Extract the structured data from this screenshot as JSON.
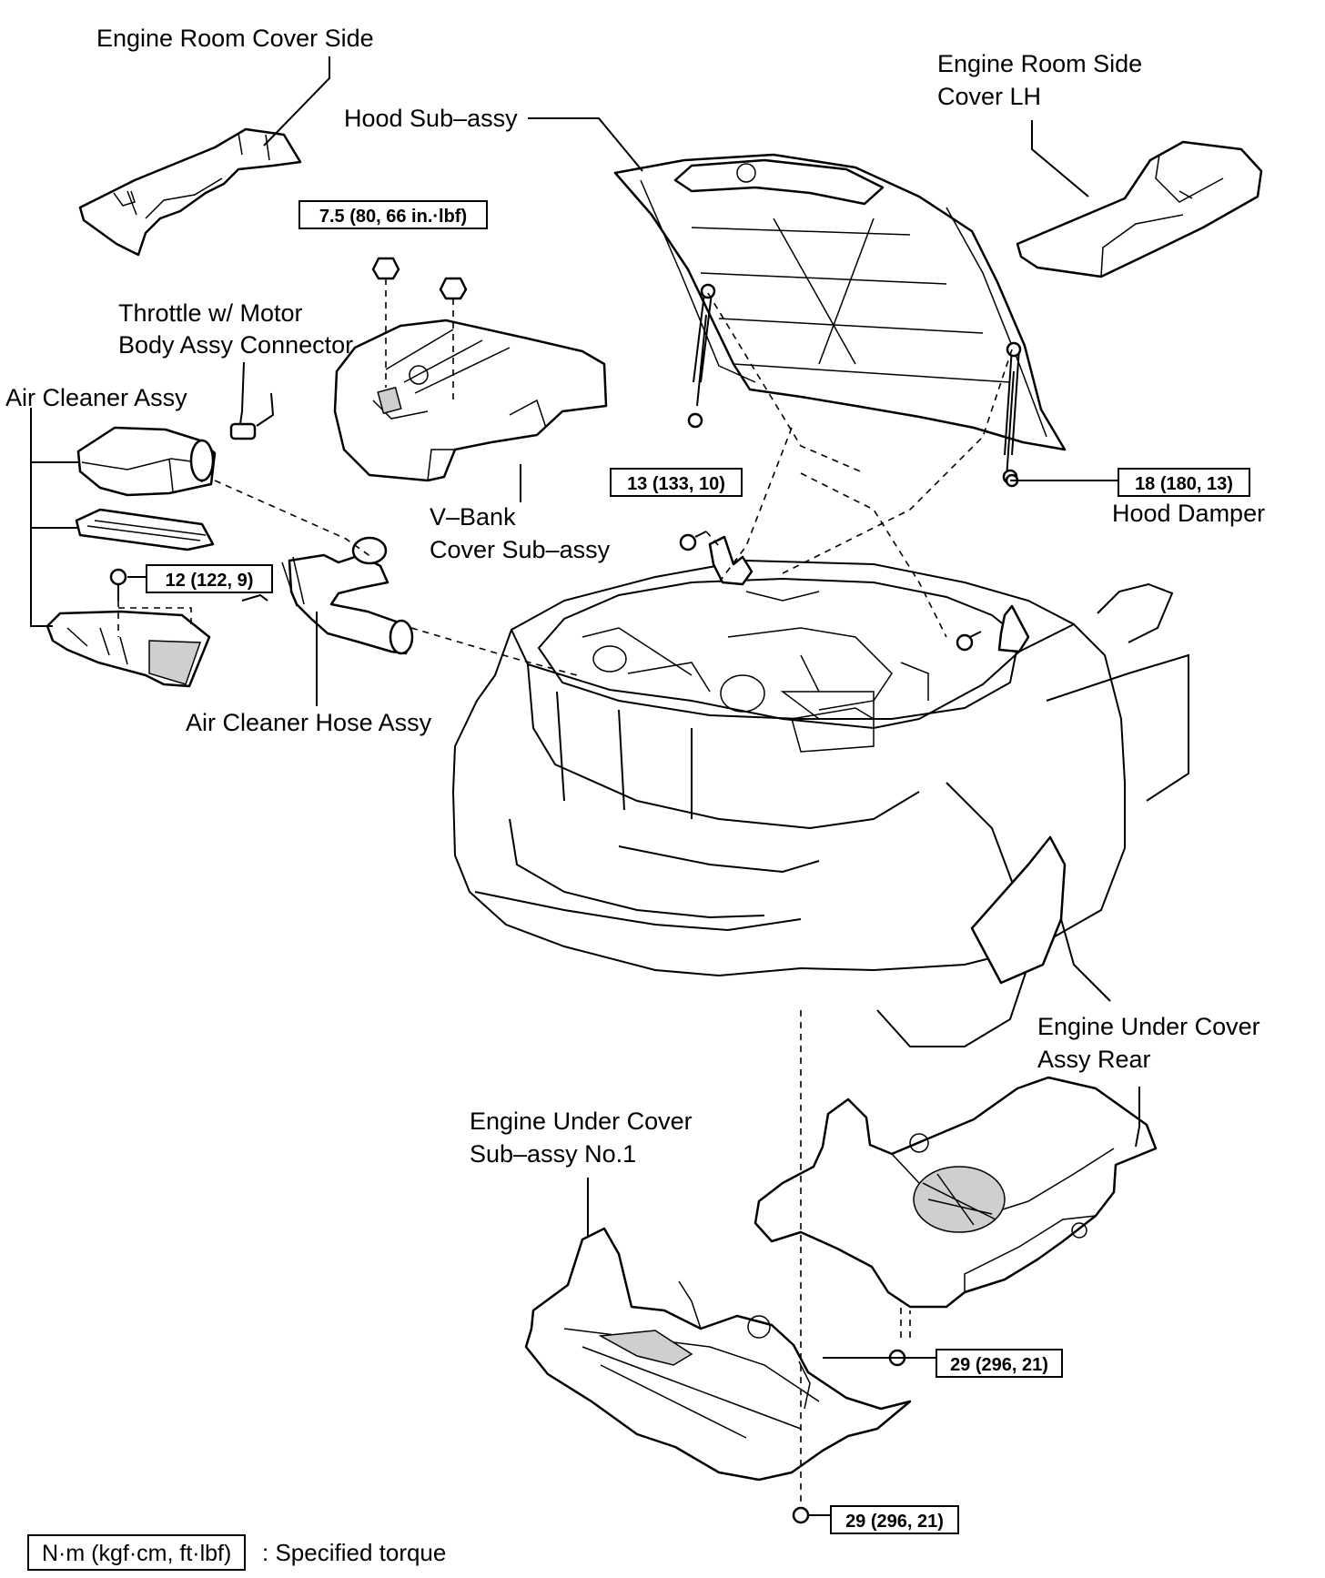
{
  "labels": {
    "engine_room_cover_side": "Engine Room Cover Side",
    "hood_sub_assy": "Hood Sub–assy",
    "engine_room_side_cover_lh_1": "Engine Room Side",
    "engine_room_side_cover_lh_2": "Cover LH",
    "throttle_connector_1": "Throttle w/ Motor",
    "throttle_connector_2": "Body Assy Connector",
    "air_cleaner_assy": "Air Cleaner Assy",
    "v_bank_cover_1": "V–Bank",
    "v_bank_cover_2": "Cover Sub–assy",
    "hood_damper": "Hood Damper",
    "air_cleaner_hose_assy": "Air Cleaner Hose Assy",
    "engine_under_cover_rear_1": "Engine Under Cover",
    "engine_under_cover_rear_2": "Assy Rear",
    "engine_under_cover_no1_1": "Engine Under Cover",
    "engine_under_cover_no1_2": "Sub–assy No.1"
  },
  "torques": {
    "v_bank_nut": "7.5 (80, 66 in.·lbf)",
    "hood_hinge_bolt": "13 (133, 10)",
    "hood_damper_bolt": "18 (180, 13)",
    "air_cleaner_bolt": "12 (122, 9)",
    "under_cover_rear_bolt": "29 (296, 21)",
    "under_cover_no1_bolt": "29 (296, 21)"
  },
  "legend": {
    "unit": "N·m (kgf·cm, ft·lbf)",
    "description": ": Specified torque"
  }
}
